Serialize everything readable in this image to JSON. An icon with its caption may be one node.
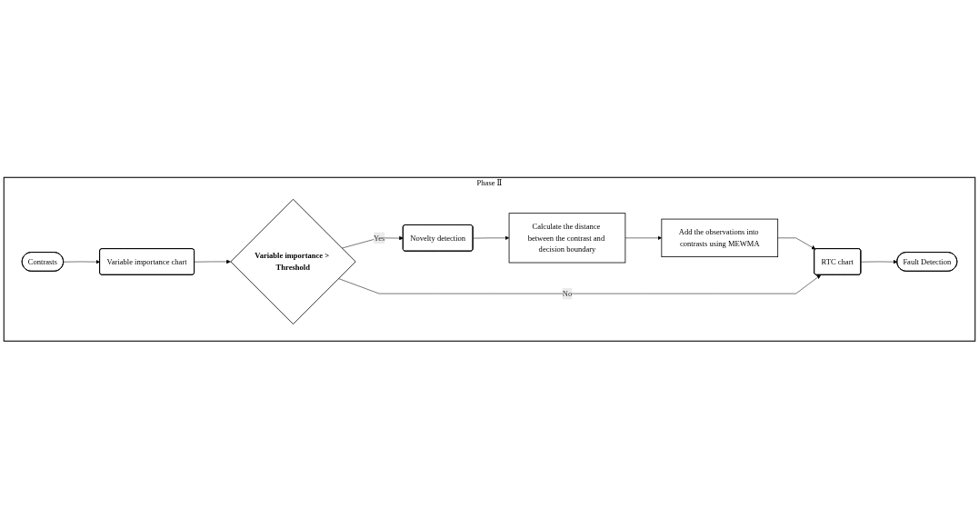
{
  "diagram": {
    "nodes": [
      {
        "text": [
          "Phase Ⅱ"
        ]
      },
      {
        "text": [
          "Contrasts"
        ],
        "in": 0
      },
      {
        "text": [
          "Variable importance chart"
        ],
        "in": 0
      },
      {
        "text": [
          "Variable importance > Threshold"
        ],
        "in": 0
      },
      {
        "text": [
          "Novelty detection"
        ],
        "in": 0
      },
      {
        "text": [
          "Calculate the distance between the contrast and decision boundary"
        ],
        "in": 0
      },
      {
        "text": [
          "Add the observations into contrasts using MEWMA"
        ],
        "in": 0
      },
      {
        "text": [
          "RTC chart"
        ],
        "in": 0
      },
      {
        "text": [
          "Fault Detection"
        ],
        "in": 0
      }
    ],
    "edges": [
      {
        "from": 1,
        "to": 2,
        "arrow": "to"
      },
      {
        "from": 2,
        "to": 3,
        "arrow": "to"
      },
      {
        "from": 3,
        "to": 4,
        "arrow": "to",
        "label": "Yes"
      },
      {
        "from": 4,
        "to": 5,
        "arrow": "to"
      },
      {
        "from": 5,
        "to": 6,
        "arrow": "to"
      },
      {
        "from": 6,
        "to": 7,
        "arrow": "to"
      },
      {
        "from": 3,
        "to": 7,
        "arrow": "to",
        "label": "No"
      },
      {
        "from": 7,
        "to": 8,
        "arrow": "to"
      }
    ]
  }
}
